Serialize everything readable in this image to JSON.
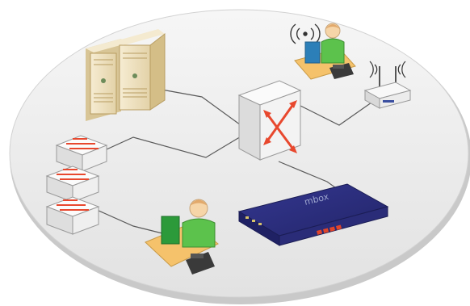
{
  "diagram": {
    "nodes": [
      {
        "id": "servers",
        "type": "server-pair"
      },
      {
        "id": "core-switch",
        "type": "multilayer-switch"
      },
      {
        "id": "wireless-user",
        "type": "workstation-user-wireless"
      },
      {
        "id": "access-point",
        "type": "wireless-router"
      },
      {
        "id": "switch-stack",
        "type": "stacked-switches",
        "count": 3
      },
      {
        "id": "desk-user",
        "type": "workstation-user"
      },
      {
        "id": "mbox",
        "type": "appliance",
        "label": "mbox"
      }
    ],
    "links": [
      {
        "from": "servers",
        "to": "core-switch"
      },
      {
        "from": "core-switch",
        "to": "access-point"
      },
      {
        "from": "core-switch",
        "to": "switch-stack"
      },
      {
        "from": "core-switch",
        "to": "mbox"
      },
      {
        "from": "switch-stack",
        "to": "desk-user"
      }
    ],
    "colors": {
      "platform": "#ececec",
      "link": "#5a5a5a",
      "switch_body": "#f2f2f2",
      "switch_arrows": "#e8482e",
      "server_body": "#efe2c2",
      "mbox_body": "#2b2d7c",
      "mbox_ports": "#e0452a",
      "user_shirt": "#5cc24c",
      "desk": "#f5c26b"
    }
  }
}
